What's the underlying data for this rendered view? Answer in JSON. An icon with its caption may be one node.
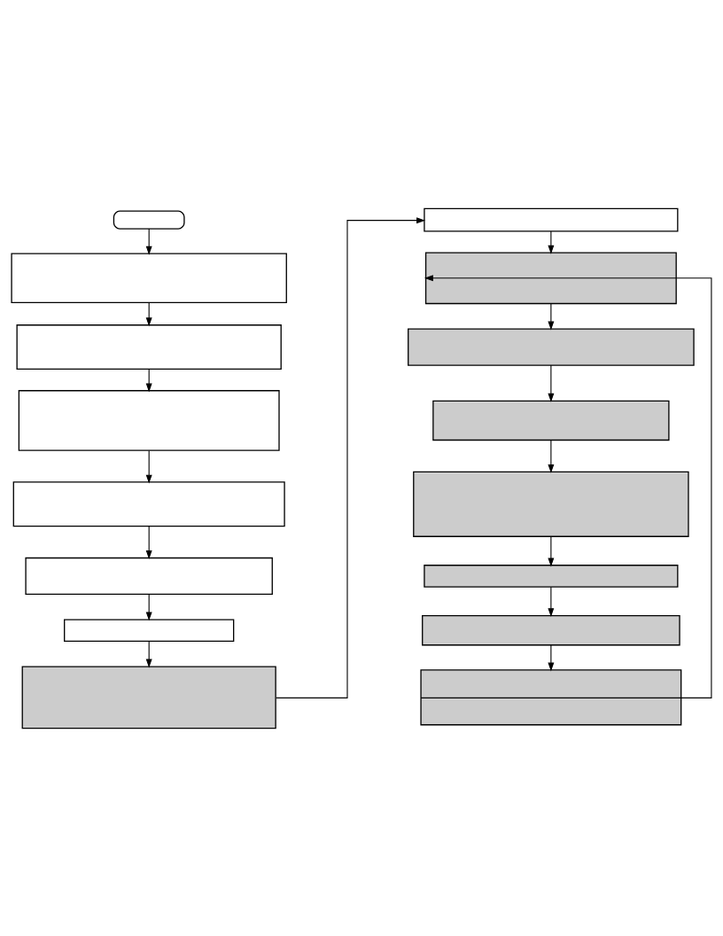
{
  "diagram": {
    "nodes": [
      {
        "text": [],
        "shape": "box"
      },
      {
        "text": [],
        "shape": "box"
      },
      {
        "text": [],
        "shape": "box"
      },
      {
        "text": [],
        "shape": "box"
      },
      {
        "text": [],
        "shape": "box"
      },
      {
        "text": [],
        "shape": "box"
      },
      {
        "text": [],
        "shape": "box"
      },
      {
        "text": [],
        "shape": "box"
      },
      {
        "text": [],
        "shape": "box"
      },
      {
        "text": [],
        "shape": "box"
      },
      {
        "text": [],
        "shape": "box"
      },
      {
        "text": [],
        "shape": "box"
      },
      {
        "text": [],
        "shape": "box"
      },
      {
        "text": [],
        "shape": "box"
      },
      {
        "text": [],
        "shape": "box"
      },
      {
        "text": [],
        "shape": "box"
      }
    ],
    "edges": [
      {
        "from": 0,
        "to": 1,
        "arrow": "to"
      },
      {
        "from": 1,
        "to": 2,
        "arrow": "to"
      },
      {
        "from": 2,
        "to": 3,
        "arrow": "to"
      },
      {
        "from": 3,
        "to": 4,
        "arrow": "to"
      },
      {
        "from": 4,
        "to": 5,
        "arrow": "to"
      },
      {
        "from": 5,
        "to": 6,
        "arrow": "to"
      },
      {
        "from": 6,
        "to": 7,
        "arrow": "to"
      },
      {
        "from": 7,
        "to": 8,
        "arrow": "to"
      },
      {
        "from": 8,
        "to": 9,
        "arrow": "to"
      },
      {
        "from": 9,
        "to": 10,
        "arrow": "to"
      },
      {
        "from": 10,
        "to": 11,
        "arrow": "to"
      },
      {
        "from": 11,
        "to": 12,
        "arrow": "to"
      },
      {
        "from": 12,
        "to": 13,
        "arrow": "to"
      },
      {
        "from": 13,
        "to": 14,
        "arrow": "to"
      },
      {
        "from": 14,
        "to": 15,
        "arrow": "to"
      },
      {
        "from": 15,
        "to": 9,
        "arrow": "to"
      }
    ]
  }
}
